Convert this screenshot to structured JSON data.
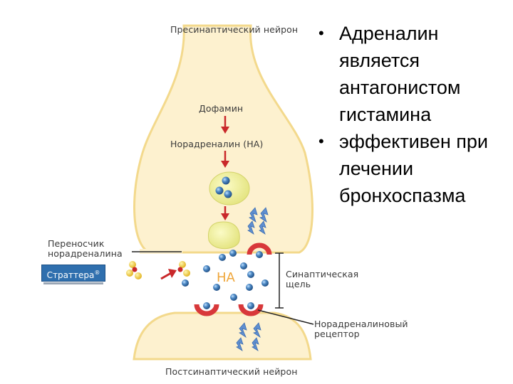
{
  "diagram": {
    "labels": {
      "presynaptic": "Пресинаптический нейрон",
      "dopamine": "Дофамин",
      "noradrenaline": "Норадреналин (НА)",
      "transporter_line1": "Переносчик",
      "transporter_line2": "норадреналина",
      "drug": "Страттера",
      "drug_mark": "®",
      "cleft_line1": "Синаптическая",
      "cleft_line2": "щель",
      "na_center": "НА",
      "receptor_line1": "Норадреналиновый",
      "receptor_line2": "рецептор",
      "postsynaptic": "Постсинаптический нейрон"
    },
    "colors": {
      "neuron_fill": "#fdf1cf",
      "neuron_stroke": "#f3d98c",
      "vesicle": "#ecec8c",
      "molecule": "#3f78b3",
      "receptor": "#d8383a",
      "arrow": "#c9282a",
      "signal": "#5f8fd0",
      "drug_box": "#2f6fae"
    }
  },
  "bullets": [
    "Адреналин является антагонистом гистамина",
    "эффективен при лечении бронхоспазма"
  ]
}
